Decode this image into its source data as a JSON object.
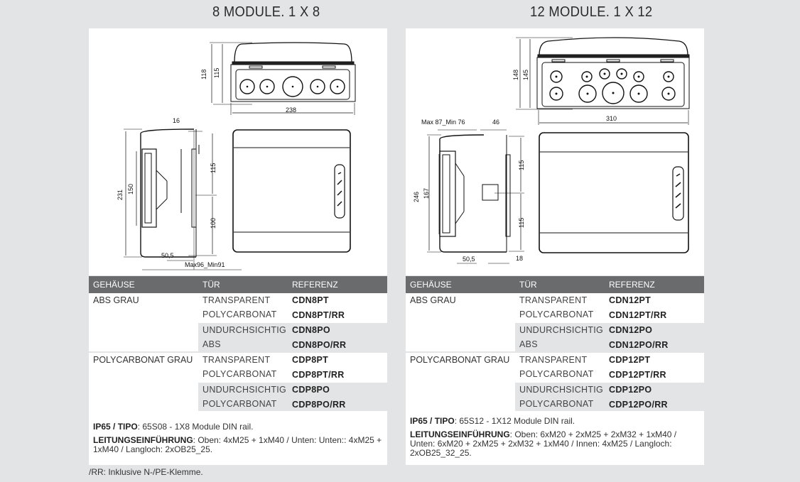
{
  "products": [
    {
      "title": "8 MODULE. 1 X 8",
      "dimensions": {
        "top_view": {
          "height_total": "118",
          "height_body": "115",
          "width": "238"
        },
        "side_view": {
          "depth_top": "16",
          "height_total": "231",
          "din_height": "150",
          "depth_front": "50,5",
          "depth_range": "Max96_Min91"
        },
        "front_view": {
          "upper": "115",
          "lower": "100"
        }
      },
      "table": {
        "headers": [
          "GEHÄUSE",
          "TÜR",
          "REFERENZ"
        ],
        "groups": [
          {
            "housing": "ABS GRAU",
            "doors": [
              {
                "door": [
                  "TRANSPARENT",
                  "POLYCARBONAT"
                ],
                "refs": [
                  "CDN8PT",
                  "CDN8PT/RR"
                ],
                "shaded": false
              },
              {
                "door": [
                  "UNDURCHSICHTIG",
                  "ABS"
                ],
                "refs": [
                  "CDN8PO",
                  "CDN8PO/RR"
                ],
                "shaded": true
              }
            ]
          },
          {
            "housing": "POLYCARBONAT GRAU",
            "doors": [
              {
                "door": [
                  "TRANSPARENT",
                  "POLYCARBONAT"
                ],
                "refs": [
                  "CDP8PT",
                  "CDP8PT/RR"
                ],
                "shaded": false
              },
              {
                "door": [
                  "UNDURCHSICHTIG",
                  "POLYCARBONAT"
                ],
                "refs": [
                  "CDP8PO",
                  "CDP8PO/RR"
                ],
                "shaded": true
              }
            ]
          }
        ]
      },
      "notes": {
        "ip_label": "IP65 / TIPO",
        "ip_value": ": 65S08 - 1X8 Module DIN rail.",
        "entry_label": "LEITUNGSEINFÜHRUNG",
        "entry_value": ": Oben: 4xM25 + 1xM40 / Unten: Unten:: 4xM25 + 1xM40 / Langloch: 2xOB25_25."
      }
    },
    {
      "title": "12 MODULE. 1 X 12",
      "dimensions": {
        "top_view": {
          "height_total": "148",
          "height_body": "145",
          "width": "310"
        },
        "side_view": {
          "depth_range": "Max 87_Min 76",
          "depth_top": "46",
          "height_total": "246",
          "din_height": "167",
          "depth_front": "50,5",
          "depth_bottom": "18"
        },
        "front_view": {
          "upper": "115",
          "lower": "115"
        }
      },
      "table": {
        "headers": [
          "GEHÄUSE",
          "TÜR",
          "REFERENZ"
        ],
        "groups": [
          {
            "housing": "ABS GRAU",
            "doors": [
              {
                "door": [
                  "TRANSPARENT",
                  "POLYCARBONAT"
                ],
                "refs": [
                  "CDN12PT",
                  "CDN12PT/RR"
                ],
                "shaded": false
              },
              {
                "door": [
                  "UNDURCHSICHTIG",
                  "ABS"
                ],
                "refs": [
                  "CDN12PO",
                  "CDN12PO/RR"
                ],
                "shaded": true
              }
            ]
          },
          {
            "housing": "POLYCARBONAT GRAU",
            "doors": [
              {
                "door": [
                  "TRANSPARENT",
                  "POLYCARBONAT"
                ],
                "refs": [
                  "CDP12PT",
                  "CDP12PT/RR"
                ],
                "shaded": false
              },
              {
                "door": [
                  "UNDURCHSICHTIG",
                  "POLYCARBONAT"
                ],
                "refs": [
                  "CDP12PO",
                  "CDP12PO/RR"
                ],
                "shaded": true
              }
            ]
          }
        ]
      },
      "notes": {
        "ip_label": "IP65 / TIPO",
        "ip_value": ": 65S12 - 1X12 Module DIN rail.",
        "entry_label": "LEITUNGSEINFÜHRUNG",
        "entry_value": ": Oben: 6xM20 + 2xM25 + 2xM32 + 1xM40 / Unten: 6xM20 + 2xM25 + 2xM32 + 1xM40 / Innen: 4xM25 / Langloch: 2xOB25_32_25."
      }
    }
  ],
  "footnote": "/RR: Inklusive N-/PE-Klemme."
}
